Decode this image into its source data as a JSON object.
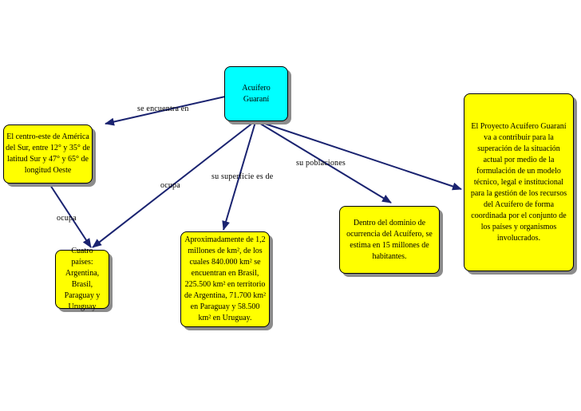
{
  "nodes": {
    "root": "Acuífero Guaraní",
    "location": "El centro-este de América del Sur, entre 12° y 35° de latitud Sur y 47° y 65° de longitud Oeste",
    "countries": "Cuatro países: Argentina, Brasil, Paraguay y Uruguay",
    "surface": "Aproximadamente de 1,2 millones de km², de los cuales 840.000 km² se encuentran en Brasil, 225.500 km² en territorio de Argentina, 71.700 km² en Paraguay y 58.500 km² en Uruguay.",
    "population": "Dentro del dominio de ocurrencia del Acuífero, se estima en 15 millones de habitantes.",
    "project": "El Proyecto Acuífero Guaraní va a contribuir para la superación de la situación actual por medio de la formulación de un modelo técnico, legal e institucional para la gestión de los recursos del Acuífero de forma coordinada por el conjunto de los países y organismos involucrados."
  },
  "links": {
    "located_in": "se encuentra en",
    "occupies_1": "ocupa",
    "occupies_2": "ocupa",
    "surface_of": "su superficie es de",
    "population_of": "su poblaciones"
  },
  "colors": {
    "root_fill": "#00ffff",
    "node_fill": "#ffff00",
    "line": "#1a2370",
    "shadow": "#8c8c8c"
  }
}
